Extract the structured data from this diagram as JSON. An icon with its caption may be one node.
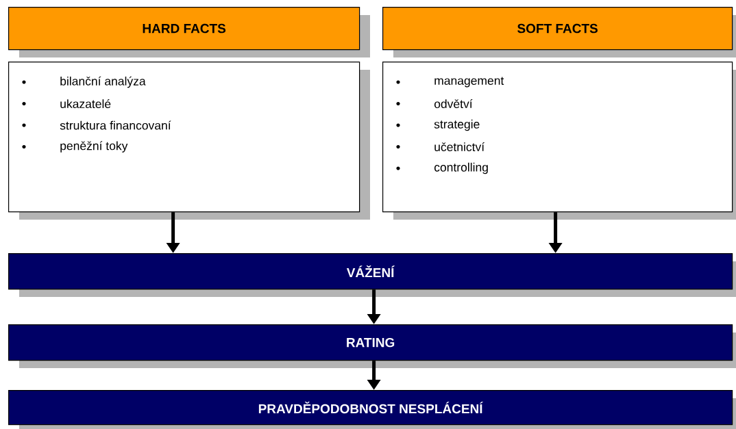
{
  "diagram": {
    "nodes": [
      {
        "text": [
          "HARD FACTS"
        ]
      },
      {
        "text": [
          "bilanční analýza",
          "ukazatelé",
          "struktura financovaní",
          "peněžní toky"
        ]
      },
      {
        "text": [
          "SOFT FACTS"
        ]
      },
      {
        "text": [
          "management",
          "odvětví",
          "strategie",
          "učetnictví",
          "controlling"
        ]
      },
      {
        "text": [
          "VÁŽENÍ"
        ]
      },
      {
        "text": [
          "RATING"
        ]
      },
      {
        "text": [
          "PRAVDĚPODOBNOST NESPLÁCENÍ"
        ]
      }
    ],
    "edges": [
      {
        "from": 1,
        "to": 4,
        "arrow": "to"
      },
      {
        "from": 3,
        "to": 4,
        "arrow": "to"
      },
      {
        "from": 4,
        "to": 5,
        "arrow": "to"
      },
      {
        "from": 5,
        "to": 6,
        "arrow": "to"
      }
    ]
  }
}
